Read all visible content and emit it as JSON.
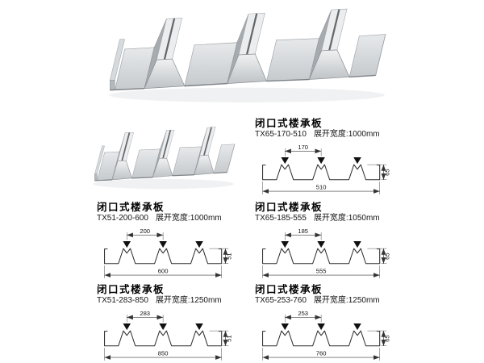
{
  "page": {
    "background": "#ffffff"
  },
  "specs": [
    {
      "title": "闭口式楼承板",
      "model": "TX65-170-510",
      "width_note": "展开宽度:1000mm",
      "pitch": "170",
      "height": "65",
      "cover_width": "510"
    },
    {
      "title": "闭口式楼承板",
      "model": "TX51-200-600",
      "width_note": "展开宽度:1000mm",
      "pitch": "200",
      "height": "51",
      "cover_width": "600"
    },
    {
      "title": "闭口式楼承板",
      "model": "TX65-185-555",
      "width_note": "展开宽度:1050mm",
      "pitch": "185",
      "height": "65",
      "cover_width": "555"
    },
    {
      "title": "闭口式楼承板",
      "model": "TX51-283-850",
      "width_note": "展开宽度:1250mm",
      "pitch": "283",
      "height": "51",
      "cover_width": "850"
    },
    {
      "title": "闭口式楼承板",
      "model": "TX65-253-760",
      "width_note": "展开宽度:1250mm",
      "pitch": "253",
      "height": "65",
      "cover_width": "760"
    }
  ]
}
